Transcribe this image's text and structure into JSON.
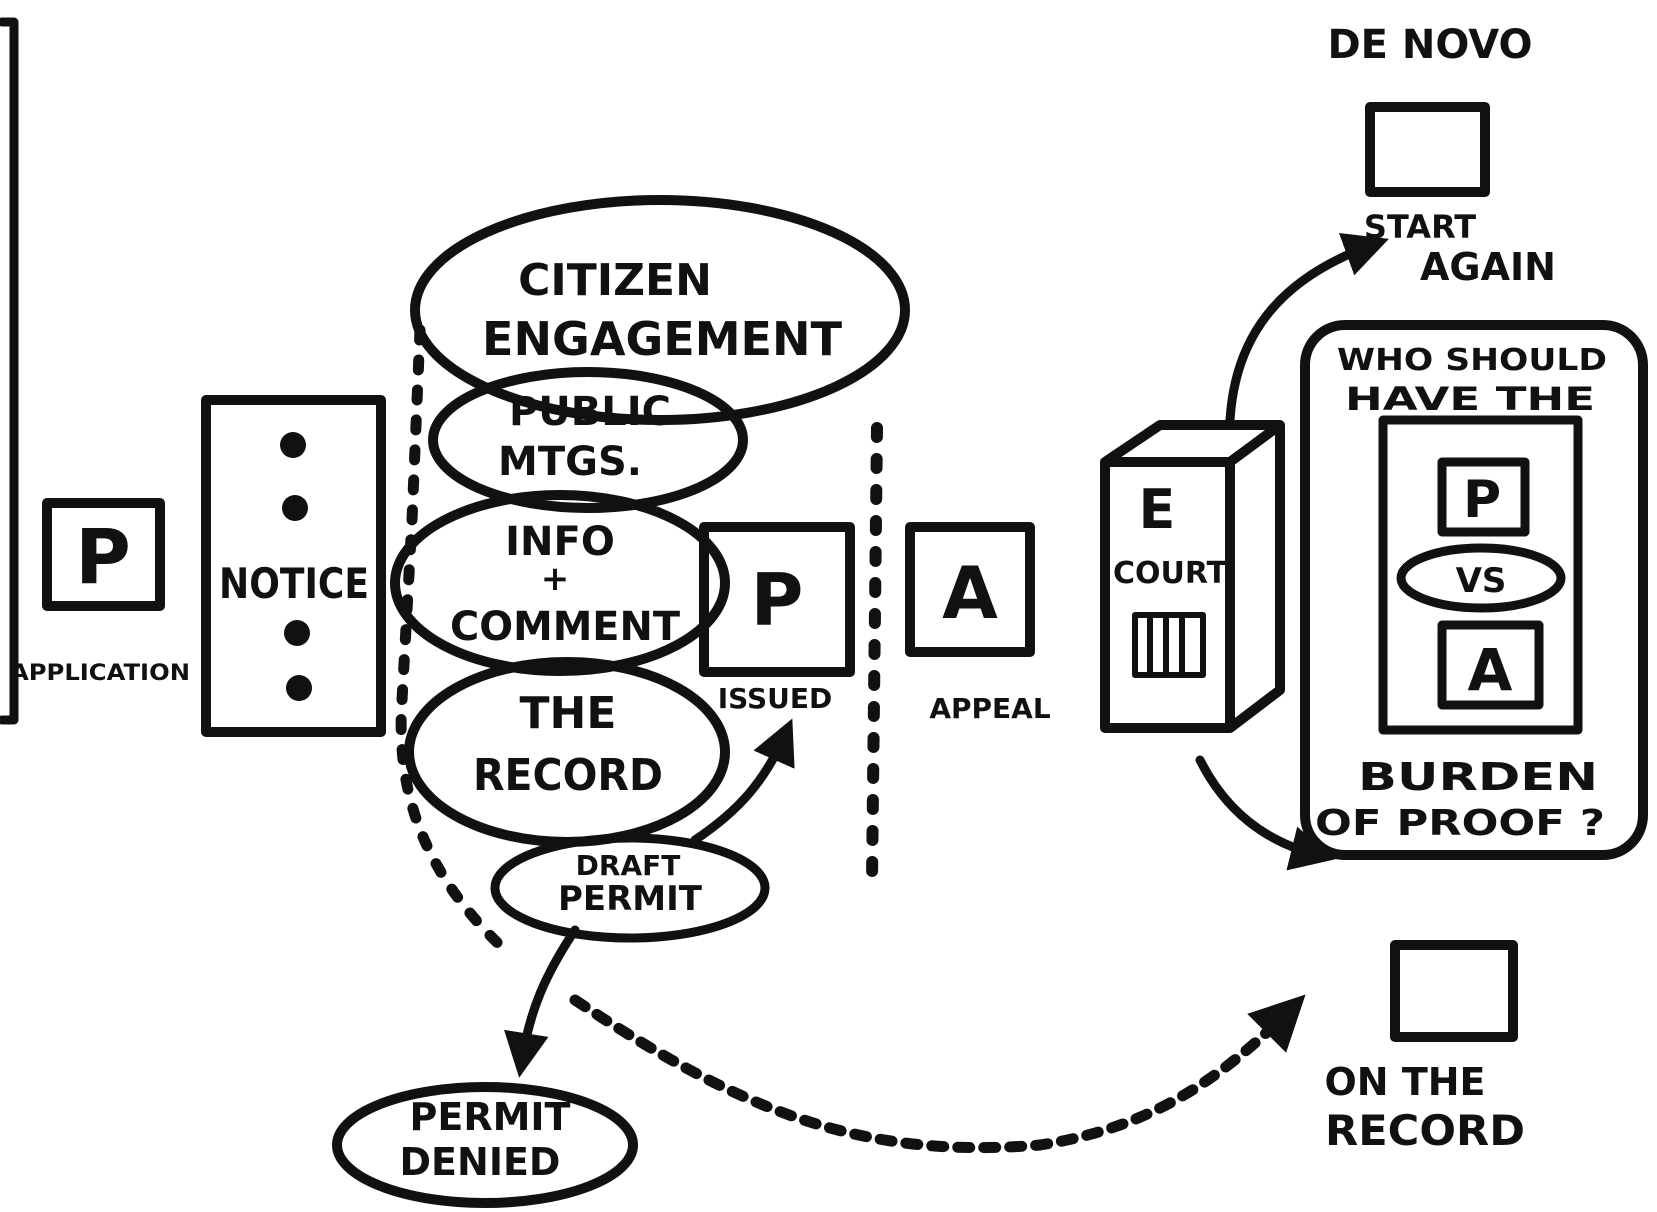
{
  "ink_color": "#111111",
  "paper_color": "#ffffff",
  "application": {
    "box_letter": "P",
    "caption": "APPLICATION"
  },
  "notice": {
    "label": "NOTICE"
  },
  "process_ovals": {
    "citizen_engagement": [
      "CITIZEN",
      "ENGAGEMENT"
    ],
    "public_mtgs": [
      "PUBLIC",
      "MTGS."
    ],
    "info_comment": [
      "INFO",
      "+",
      "COMMENT"
    ],
    "the_record": [
      "THE",
      "RECORD"
    ],
    "draft_permit": [
      "DRAFT",
      "PERMIT"
    ],
    "permit_denied": [
      "PERMIT",
      "DENIED"
    ]
  },
  "issued": {
    "box_letter": "P",
    "caption": "ISSUED"
  },
  "appeal": {
    "box_letter": "A",
    "caption": "APPEAL"
  },
  "court": {
    "letter": "E",
    "label": "COURT"
  },
  "de_novo": {
    "title": "DE NOVO",
    "caption": [
      "START",
      "AGAIN"
    ]
  },
  "burden_panel": {
    "question_top": [
      "WHO SHOULD",
      "HAVE THE"
    ],
    "party_p": "P",
    "versus": "VS",
    "party_a": "A",
    "question_bottom": [
      "BURDEN",
      "OF PROOF ?"
    ]
  },
  "on_the_record": {
    "caption": [
      "ON THE",
      "RECORD"
    ]
  }
}
